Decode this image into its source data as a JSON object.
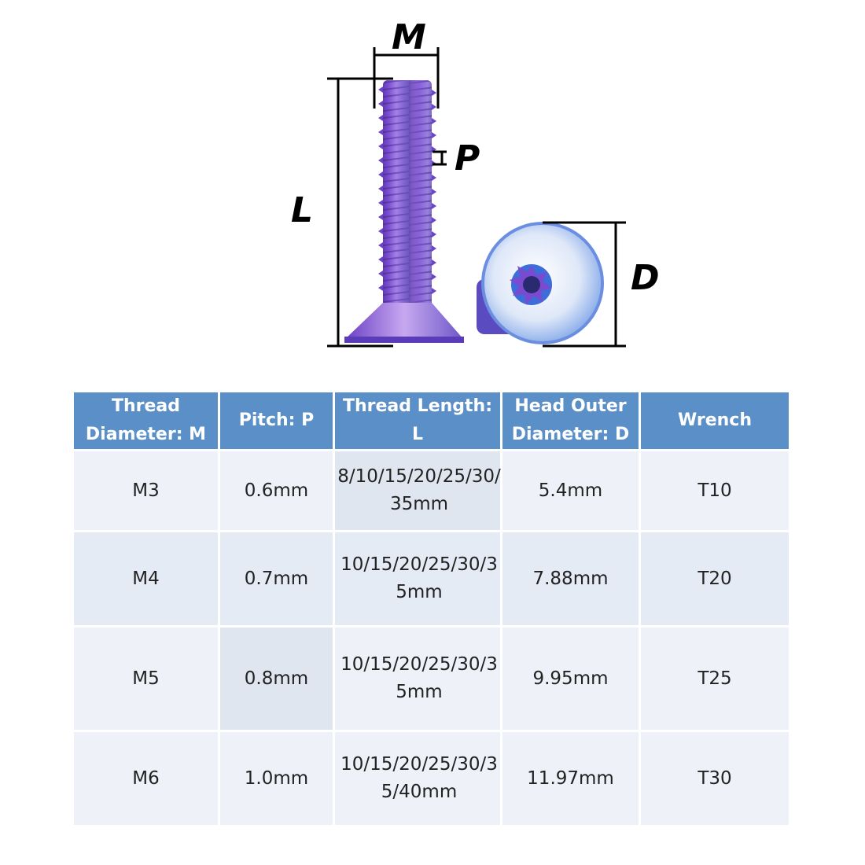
{
  "labels": {
    "m": "M",
    "p": "P",
    "l": "L",
    "d": "D"
  },
  "colors": {
    "header_bg": "#5b8fc7",
    "header_text": "#ffffff",
    "screw_purple": "#7b4fd0",
    "screw_blue": "#5a8de0"
  },
  "table": {
    "headers": [
      "Thread Diameter: M",
      "Pitch: P",
      "Thread Length: L",
      "Head Outer Diameter: D",
      "Wrench"
    ],
    "rows": [
      [
        "M3",
        "0.6mm",
        "8/10/15/20/25/30/35mm",
        "5.4mm",
        "T10"
      ],
      [
        "M4",
        "0.7mm",
        "10/15/20/25/30/35mm",
        "7.88mm",
        "T20"
      ],
      [
        "M5",
        "0.8mm",
        "10/15/20/25/30/35mm",
        "9.95mm",
        "T25"
      ],
      [
        "M6",
        "1.0mm",
        "10/15/20/25/30/35/40mm",
        "11.97mm",
        "T30"
      ]
    ]
  }
}
